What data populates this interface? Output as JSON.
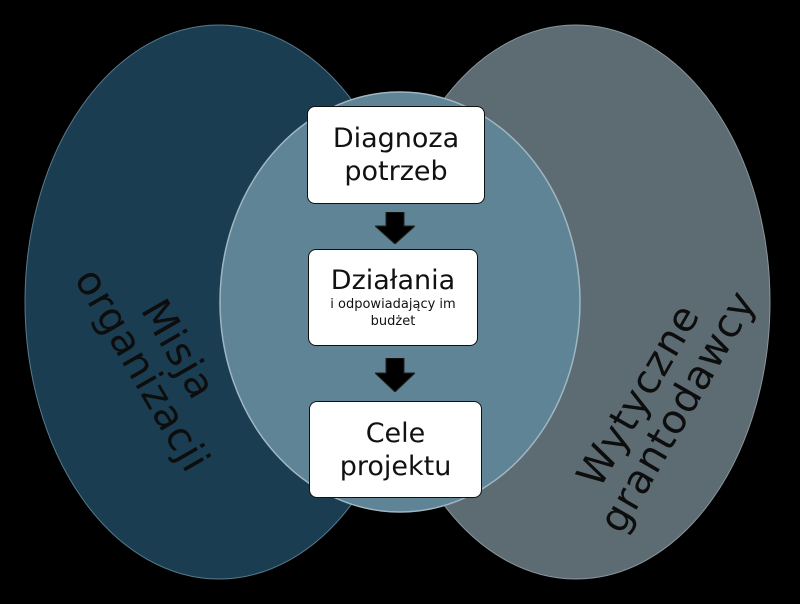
{
  "colors": {
    "background": "#000000",
    "left_circle": "#1a3d52",
    "right_circle": "#5d6b73",
    "intersection": "#5f8496",
    "box_fill": "#ffffff",
    "arrow": "#000000",
    "label_text": "#0d0d0d"
  },
  "sets": {
    "left": {
      "lines": [
        "Misja",
        "organizacji"
      ]
    },
    "right": {
      "lines": [
        "Wytyczne",
        "grantodawcy"
      ]
    }
  },
  "flow": [
    {
      "main": [
        "Diagnoza",
        "potrzeb"
      ],
      "sub": []
    },
    {
      "main": [
        "Działania"
      ],
      "sub": [
        "i odpowiadający im",
        "budżet"
      ]
    },
    {
      "main": [
        "Cele",
        "projektu"
      ],
      "sub": []
    }
  ],
  "arrows": [
    "down-arrow-icon",
    "down-arrow-icon"
  ]
}
